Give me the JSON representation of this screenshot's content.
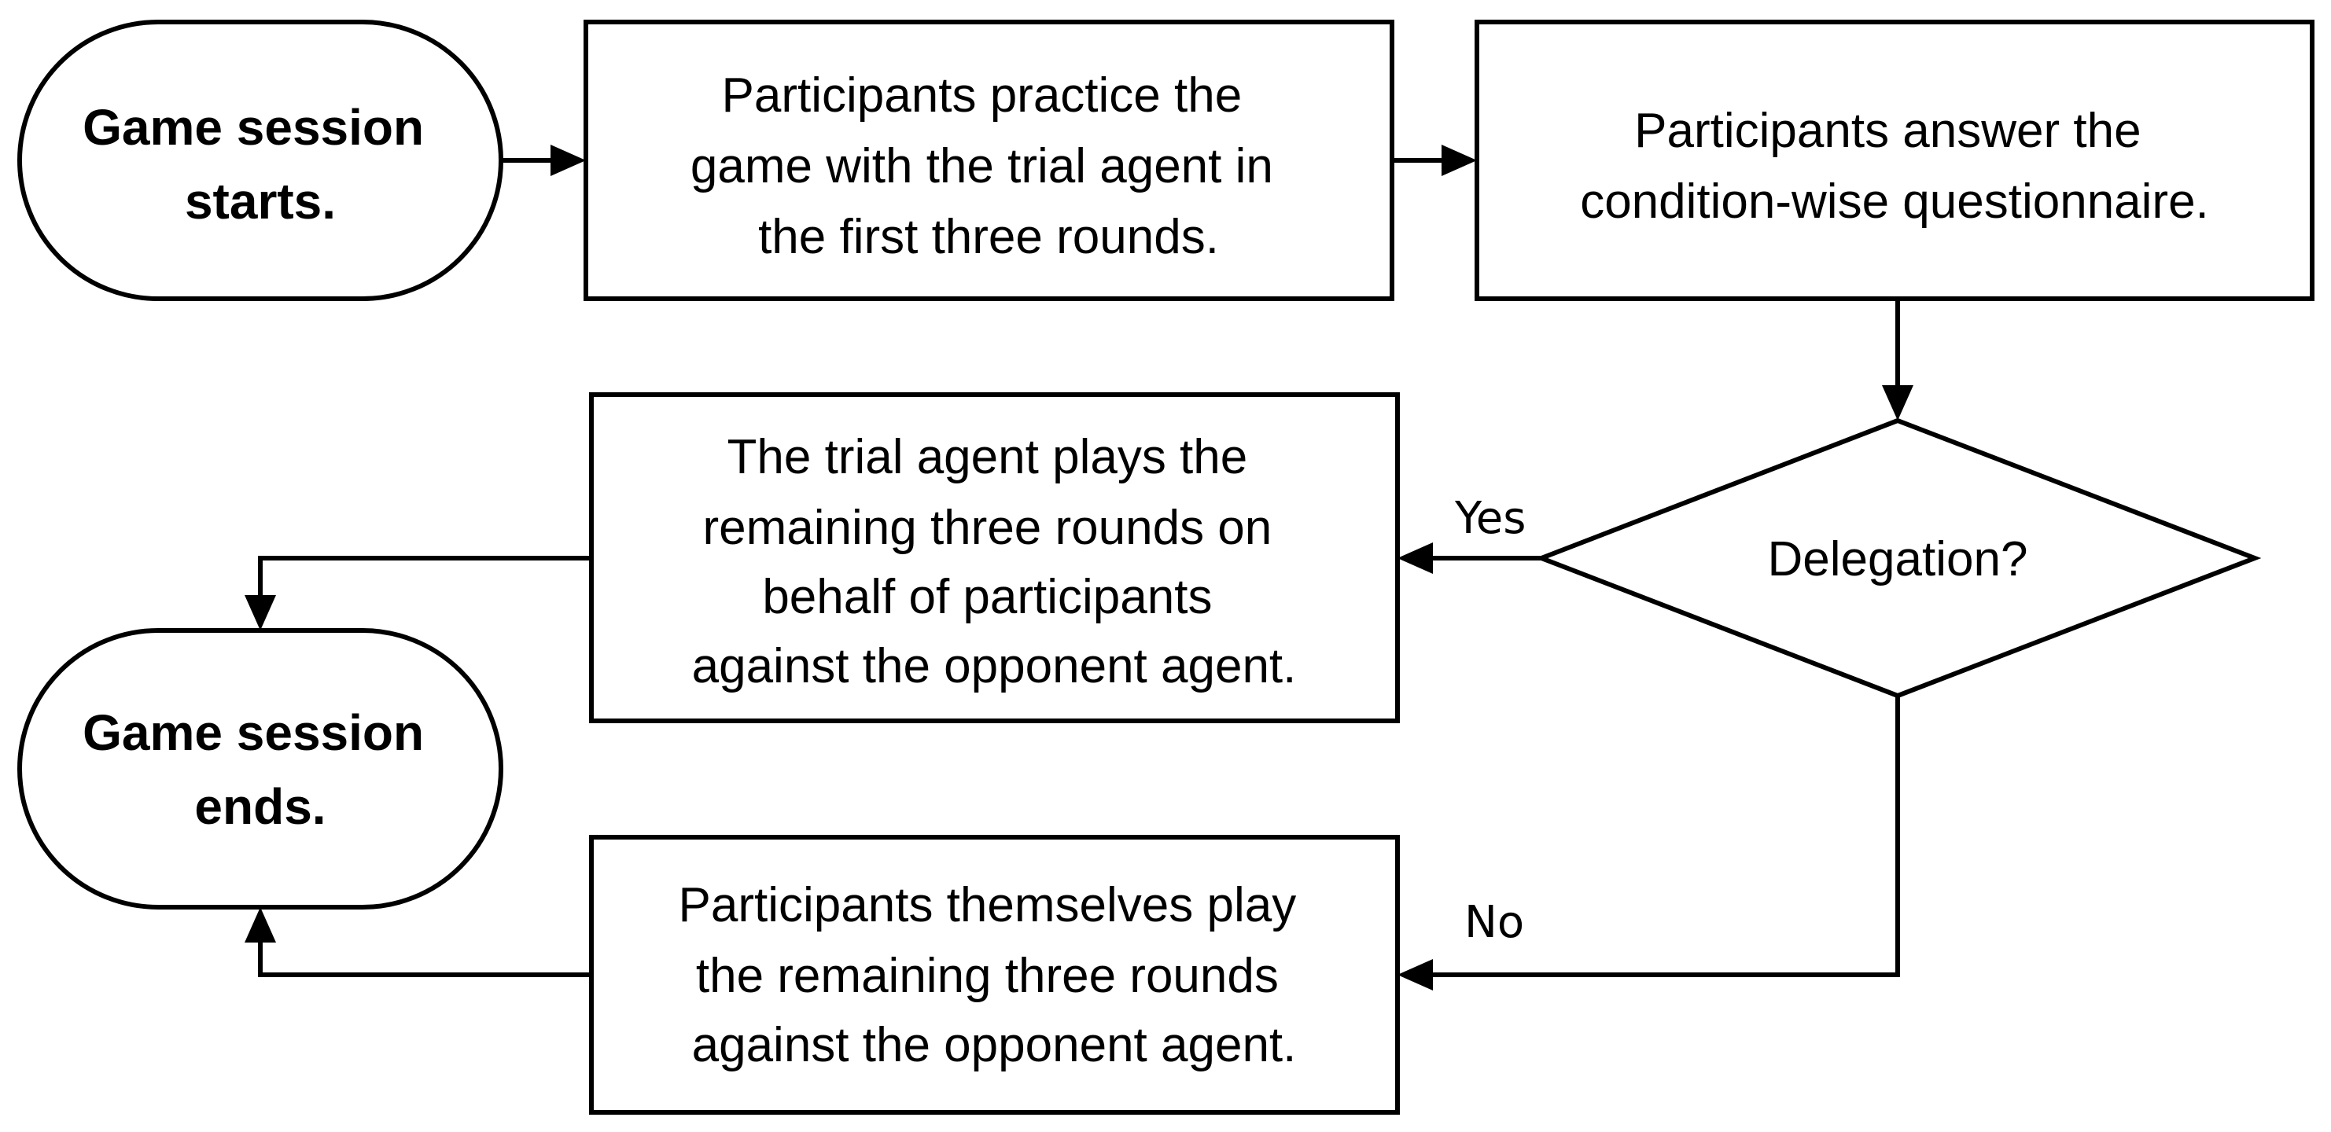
{
  "nodes": {
    "start": {
      "line1": "Game session",
      "line2": "starts."
    },
    "practice": {
      "line1": "Participants practice the",
      "line2": "game with the trial agent in",
      "line3": "the first three rounds."
    },
    "questionnaire": {
      "line1": "Participants answer the",
      "line2": "condition-wise questionnaire."
    },
    "decision": {
      "label": "Delegation?"
    },
    "agent_plays": {
      "line1": "The trial agent plays the",
      "line2": "remaining three rounds on",
      "line3": "behalf of participants",
      "line4": "against the opponent agent."
    },
    "self_plays": {
      "line1": "Participants themselves play",
      "line2": "the remaining three rounds",
      "line3": "against the opponent agent."
    },
    "end": {
      "line1": "Game session",
      "line2": "ends."
    }
  },
  "edges": {
    "yes_label": "Yes",
    "no_label": "No"
  }
}
